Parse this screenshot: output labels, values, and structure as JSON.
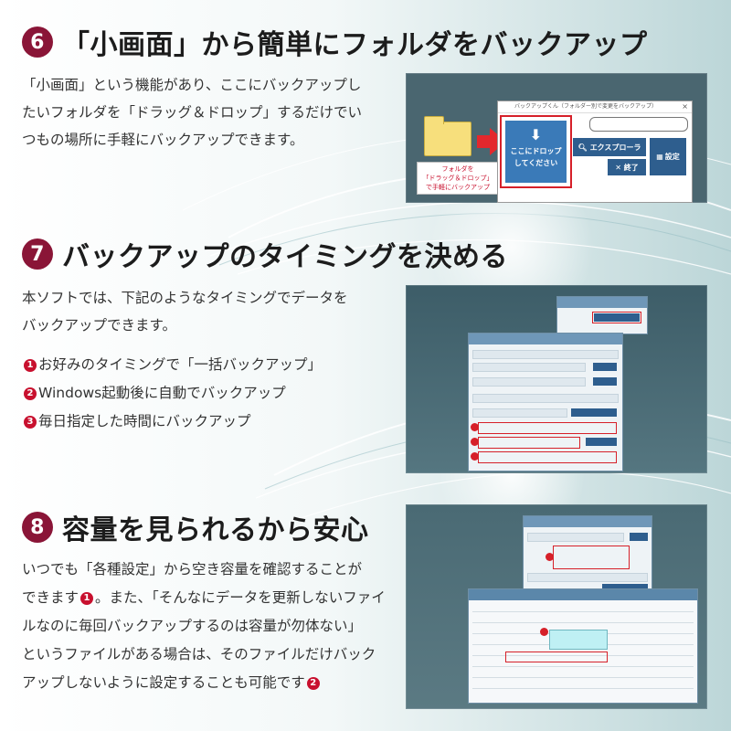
{
  "colors": {
    "badge": "#8a1537",
    "accent_red": "#c8102e",
    "panel_bg": "#4a6670",
    "button_blue": "#2e5e8e"
  },
  "section6": {
    "badge": "6",
    "title": "「小画面」から簡単にフォルダをバックアップ",
    "lines": [
      "「小画面」という機能があり、ここにバックアップし",
      "たいフォルダを「ドラッグ＆ドロップ」するだけでい",
      "つもの場所に手軽にバックアップできます。"
    ],
    "screenshot": {
      "window_title": "バックアップくん（フォルダー別で変更をバックアップ）",
      "close": "×",
      "folder_label_1": "フォルダを",
      "folder_label_2": "「ドラッグ＆ドロップ」",
      "folder_label_3": "で手軽にバックアップ",
      "drop_arrow": "⬇",
      "drop_line_1": "ここにドロップ",
      "drop_line_2": "してください",
      "explorer_button": "エクスプローラ",
      "explorer_icon": "search-icon",
      "end_button": "✕ 終了",
      "settings_button": "設定",
      "settings_icon": "grid-icon"
    }
  },
  "section7": {
    "badge": "7",
    "title": "バックアップのタイミングを決める",
    "lines": [
      "本ソフトでは、下記のようなタイミングでデータを",
      "バックアップできます。"
    ],
    "items": [
      {
        "num": "1",
        "text": "お好みのタイミングで「一括バックアップ」"
      },
      {
        "num": "2",
        "text": "Windows起動後に自動でバックアップ"
      },
      {
        "num": "3",
        "text": "毎日指定した時間にバックアップ"
      }
    ]
  },
  "section8": {
    "badge": "8",
    "title": "容量を見られるから安心",
    "lines": [
      "いつでも「各種設定」から空き容量を確認することが",
      "できます",
      "。また、「そんなにデータを更新しないファイ",
      "ルなのに毎回バックアップするのは容量が勿体ない」",
      "というファイルがある場合は、そのファイルだけバック",
      "アップしないように設定することも可能です"
    ],
    "marker_1": "1",
    "marker_2": "2"
  }
}
